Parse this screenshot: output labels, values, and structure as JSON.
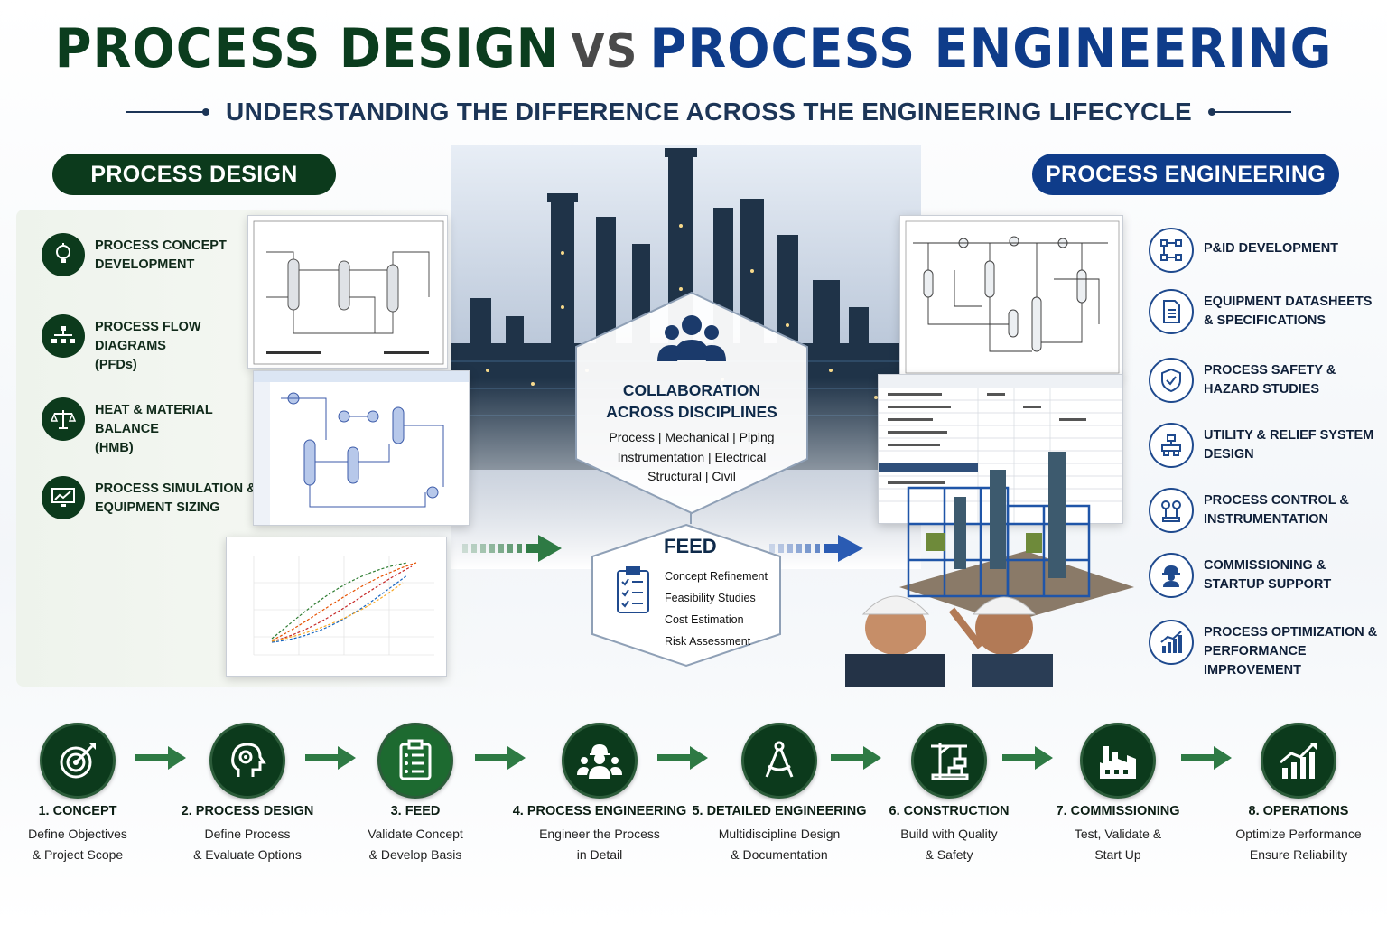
{
  "title": {
    "part1": "PROCESS DESIGN",
    "vs": "VS",
    "part2": "PROCESS ENGINEERING"
  },
  "subtitle": "UNDERSTANDING THE DIFFERENCE ACROSS THE ENGINEERING LIFECYCLE",
  "colors": {
    "green": "#0c3a1c",
    "blue": "#0f3c8a",
    "arrow_green": "#2e7a44",
    "arrow_blue": "#2a5bb3"
  },
  "design": {
    "label": "PROCESS DESIGN",
    "items": [
      {
        "icon": "lightbulb-icon",
        "line1": "PROCESS CONCEPT",
        "line2": "DEVELOPMENT"
      },
      {
        "icon": "flow-diagram-icon",
        "line1": "PROCESS FLOW DIAGRAMS",
        "line2": "(PFDs)"
      },
      {
        "icon": "balance-scale-icon",
        "line1": "HEAT & MATERIAL BALANCE",
        "line2": "(HMB)"
      },
      {
        "icon": "monitor-chart-icon",
        "line1": "PROCESS SIMULATION &",
        "line2": "EQUIPMENT SIZING"
      }
    ]
  },
  "engineering": {
    "label": "PROCESS ENGINEERING",
    "items": [
      {
        "icon": "pid-network-icon",
        "line1": "P&ID DEVELOPMENT",
        "line2": ""
      },
      {
        "icon": "datasheet-icon",
        "line1": "EQUIPMENT DATASHEETS",
        "line2": "& SPECIFICATIONS"
      },
      {
        "icon": "shield-check-icon",
        "line1": "PROCESS SAFETY &",
        "line2": "HAZARD STUDIES"
      },
      {
        "icon": "valve-icon",
        "line1": "UTILITY & RELIEF SYSTEM",
        "line2": "DESIGN"
      },
      {
        "icon": "control-loop-icon",
        "line1": "PROCESS CONTROL &",
        "line2": "INSTRUMENTATION"
      },
      {
        "icon": "hardhat-worker-icon",
        "line1": "COMMISSIONING &",
        "line2": "STARTUP SUPPORT"
      },
      {
        "icon": "bar-growth-icon",
        "line1": "PROCESS OPTIMIZATION &",
        "line2": "PERFORMANCE IMPROVEMENT"
      }
    ]
  },
  "collaboration": {
    "icon": "team-icon",
    "line1": "COLLABORATION",
    "line2": "ACROSS DISCIPLINES",
    "d1": "Process | Mechanical | Piping",
    "d2": "Instrumentation | Electrical",
    "d3": "Structural | Civil"
  },
  "feed": {
    "title": "FEED",
    "icon": "clipboard-checklist-icon",
    "items": [
      "Concept Refinement",
      "Feasibility Studies",
      "Cost Estimation",
      "Risk Assessment"
    ]
  },
  "lifecycle": [
    {
      "icon": "target-icon",
      "label": "1. CONCEPT",
      "d1": "Define Objectives",
      "d2": "& Project Scope"
    },
    {
      "icon": "head-gear-icon",
      "label": "2. PROCESS DESIGN",
      "d1": "Define Process",
      "d2": "& Evaluate Options"
    },
    {
      "icon": "clipboard-icon",
      "label": "3. FEED",
      "d1": "Validate Concept",
      "d2": "& Develop Basis"
    },
    {
      "icon": "engineers-team-icon",
      "label": "4. PROCESS ENGINEERING",
      "d1": "Engineer the Process",
      "d2": "in Detail"
    },
    {
      "icon": "compass-icon",
      "label": "5. DETAILED ENGINEERING",
      "d1": "Multidiscipline Design",
      "d2": "& Documentation"
    },
    {
      "icon": "crane-icon",
      "label": "6. CONSTRUCTION",
      "d1": "Build with Quality",
      "d2": "& Safety"
    },
    {
      "icon": "factory-icon",
      "label": "7. COMMISSIONING",
      "d1": "Test, Validate &",
      "d2": "Start Up"
    },
    {
      "icon": "growth-chart-icon",
      "label": "8. OPERATIONS",
      "d1": "Optimize Performance",
      "d2": "Ensure Reliability"
    }
  ]
}
